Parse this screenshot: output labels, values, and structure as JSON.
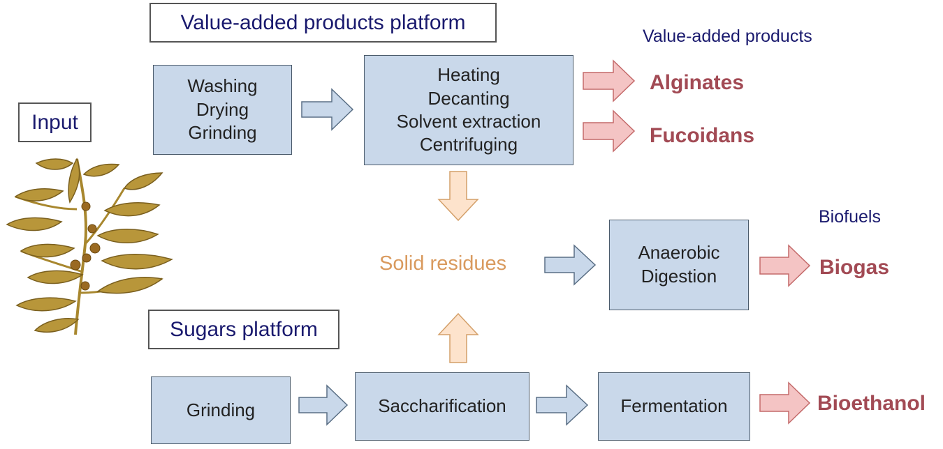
{
  "headers": {
    "value_platform": "Value-added products platform",
    "sugars_platform": "Sugars platform",
    "input": "Input"
  },
  "categories": {
    "value_added_products": "Value-added products",
    "biofuels": "Biofuels"
  },
  "steps": {
    "pretreatment": [
      "Washing",
      "Drying",
      "Grinding"
    ],
    "extraction": [
      "Heating",
      "Decanting",
      "Solvent extraction",
      "Centrifuging"
    ],
    "anaerobic": [
      "Anaerobic",
      "Digestion"
    ],
    "grinding": "Grinding",
    "saccharification": "Saccharification",
    "fermentation": "Fermentation"
  },
  "intermediate": "Solid residues",
  "products": {
    "alginates": "Alginates",
    "fucoidans": "Fucoidans",
    "biogas": "Biogas",
    "bioethanol": "Bioethanol"
  },
  "colors": {
    "process_fill": "#c9d8ea",
    "blue_arrow": "#c9d8ea",
    "pink_arrow": "#f4c4c4",
    "peach_arrow": "#fde3cc",
    "product_text": "#a24a54",
    "label_text": "#1a1a6e",
    "residue_text": "#d99a5e",
    "seaweed": "#b8963a"
  },
  "icons": {
    "input_illustration": "seaweed-illustration"
  }
}
